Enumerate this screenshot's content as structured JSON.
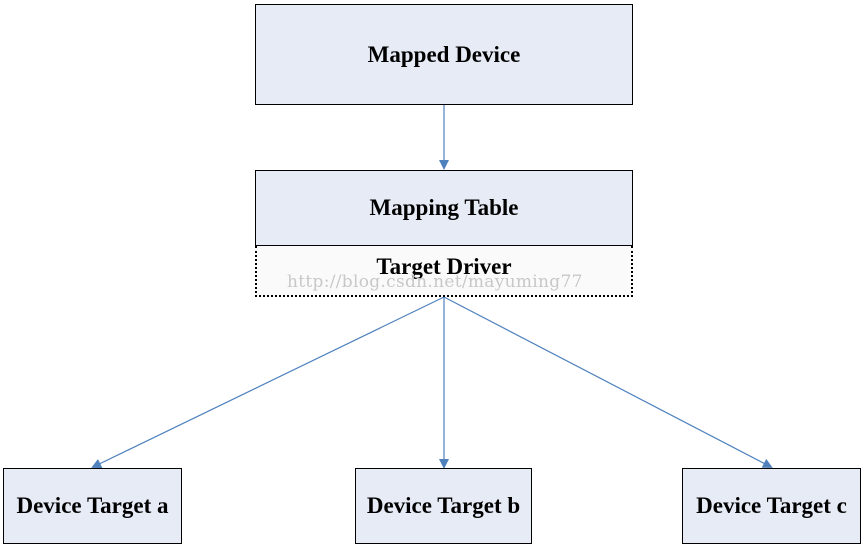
{
  "nodes": {
    "mapped_device": "Mapped Device",
    "mapping_table": "Mapping Table",
    "target_driver": "Target Driver",
    "target_a": "Device Target a",
    "target_b": "Device Target b",
    "target_c": "Device Target c"
  },
  "watermark": "http://blog.csdn.net/mayuming77",
  "colors": {
    "node_fill": "#e6ebf5",
    "arrow": "#4f81bd",
    "border": "#000000"
  }
}
